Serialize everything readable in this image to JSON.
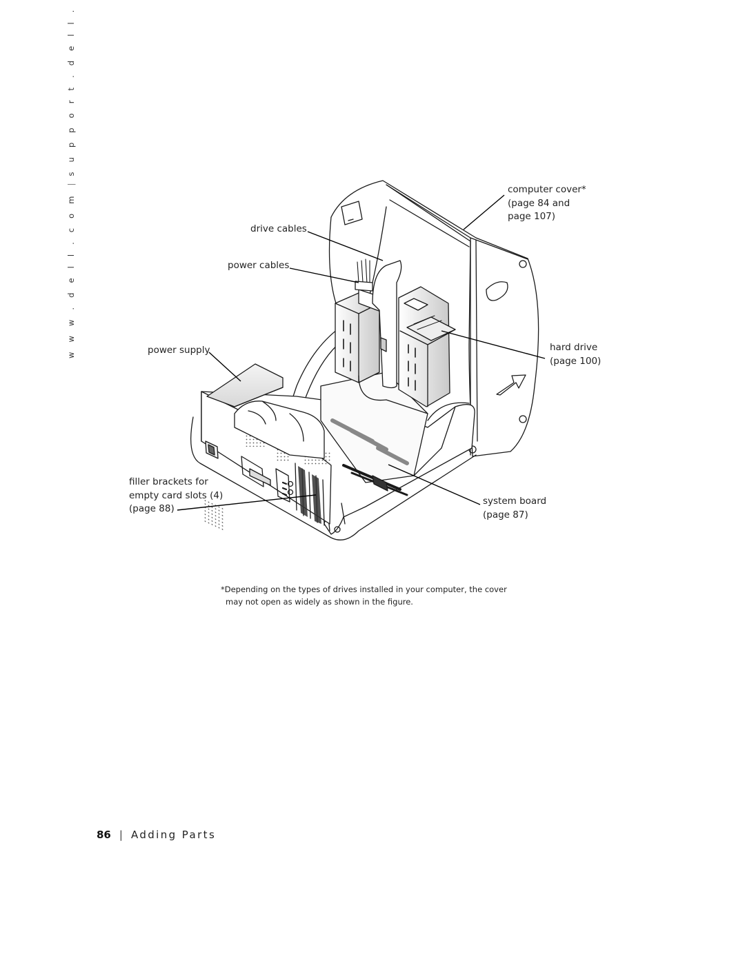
{
  "sidebar": {
    "left_text": "w w w . d e l l . c o m",
    "right_text": "s u p p o r t . d e l l . c o m"
  },
  "labels": {
    "computer_cover": [
      "computer cover*",
      "(page 84 and",
      "page 107)"
    ],
    "drive_cables": "drive cables",
    "power_cables": "power cables",
    "power_supply": "power supply",
    "hard_drive": [
      "hard drive",
      "(page 100)"
    ],
    "filler_brackets": [
      "filler brackets for",
      "empty card slots (4)",
      "(page 88)"
    ],
    "system_board": [
      "system board",
      "(page 87)"
    ]
  },
  "footnote": [
    "*Depending on the types of drives installed in your computer, the cover",
    "may not open as widely as shown in the figure."
  ],
  "footer": {
    "page_number": "86",
    "section": "Adding Parts"
  }
}
